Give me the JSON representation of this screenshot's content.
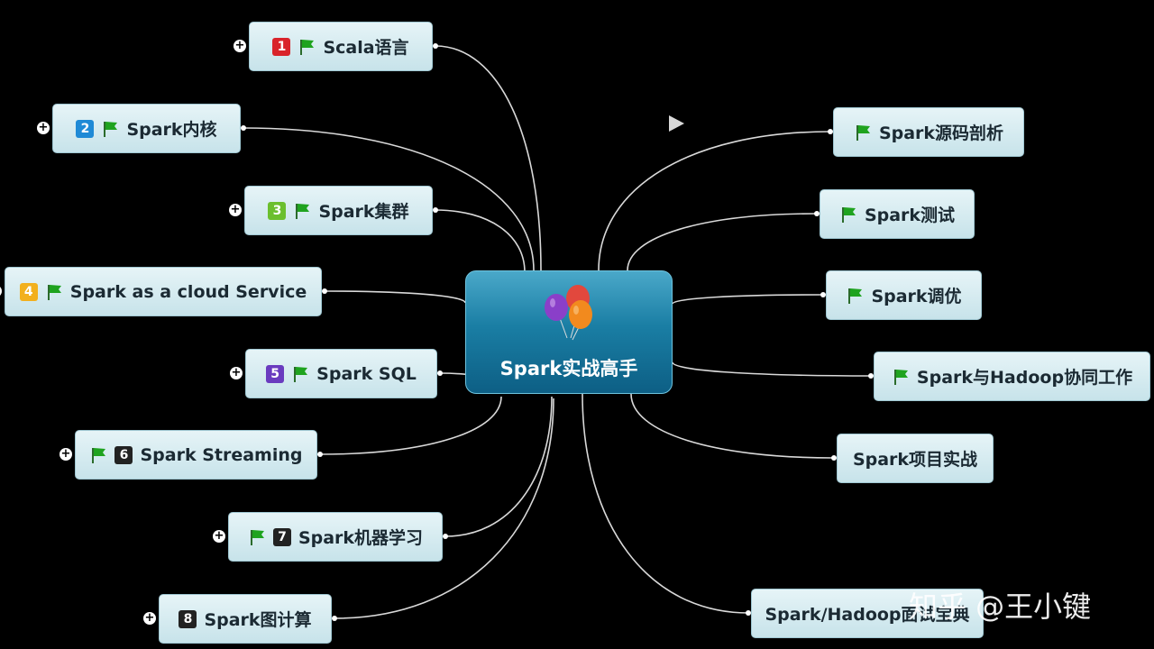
{
  "center": {
    "title": "Spark实战高手",
    "icon": "balloons-icon"
  },
  "left_nodes": [
    {
      "id": "n1",
      "number": "1",
      "number_color": "#d9232a",
      "label": "Scala语言",
      "flag": true
    },
    {
      "id": "n2",
      "number": "2",
      "number_color": "#1f8ad6",
      "label": "Spark内核",
      "flag": true
    },
    {
      "id": "n3",
      "number": "3",
      "number_color": "#6bbf2e",
      "label": "Spark集群",
      "flag": true
    },
    {
      "id": "n4",
      "number": "4",
      "number_color": "#f2b01e",
      "label": "Spark as a cloud Service",
      "flag": true
    },
    {
      "id": "n5",
      "number": "5",
      "number_color": "#6a3bbf",
      "label": "Spark SQL",
      "flag": true
    },
    {
      "id": "n6",
      "number": "6",
      "number_color": "#222222",
      "label": "Spark Streaming",
      "flag": true
    },
    {
      "id": "n7",
      "number": "7",
      "number_color": "#222222",
      "label": "Spark机器学习",
      "flag": true
    },
    {
      "id": "n8",
      "number": "8",
      "number_color": "#222222",
      "label": "Spark图计算",
      "flag": false
    }
  ],
  "right_nodes": [
    {
      "id": "r1",
      "label": "Spark源码剖析",
      "flag": true
    },
    {
      "id": "r2",
      "label": "Spark测试",
      "flag": true
    },
    {
      "id": "r3",
      "label": "Spark调优",
      "flag": true
    },
    {
      "id": "r4",
      "label": "Spark与Hadoop协同工作",
      "flag": true
    },
    {
      "id": "r5",
      "label": "Spark项目实战",
      "flag": false
    },
    {
      "id": "r6",
      "label": "Spark/Hadoop面试宝典",
      "flag": false
    }
  ],
  "watermark": "知乎 @王小键",
  "colors": {
    "background": "#000000",
    "node_fill": "#d6ecf1",
    "center_fill": "#1a7ea4",
    "flag": "#1fa31f",
    "link": "#d9d9d9"
  }
}
